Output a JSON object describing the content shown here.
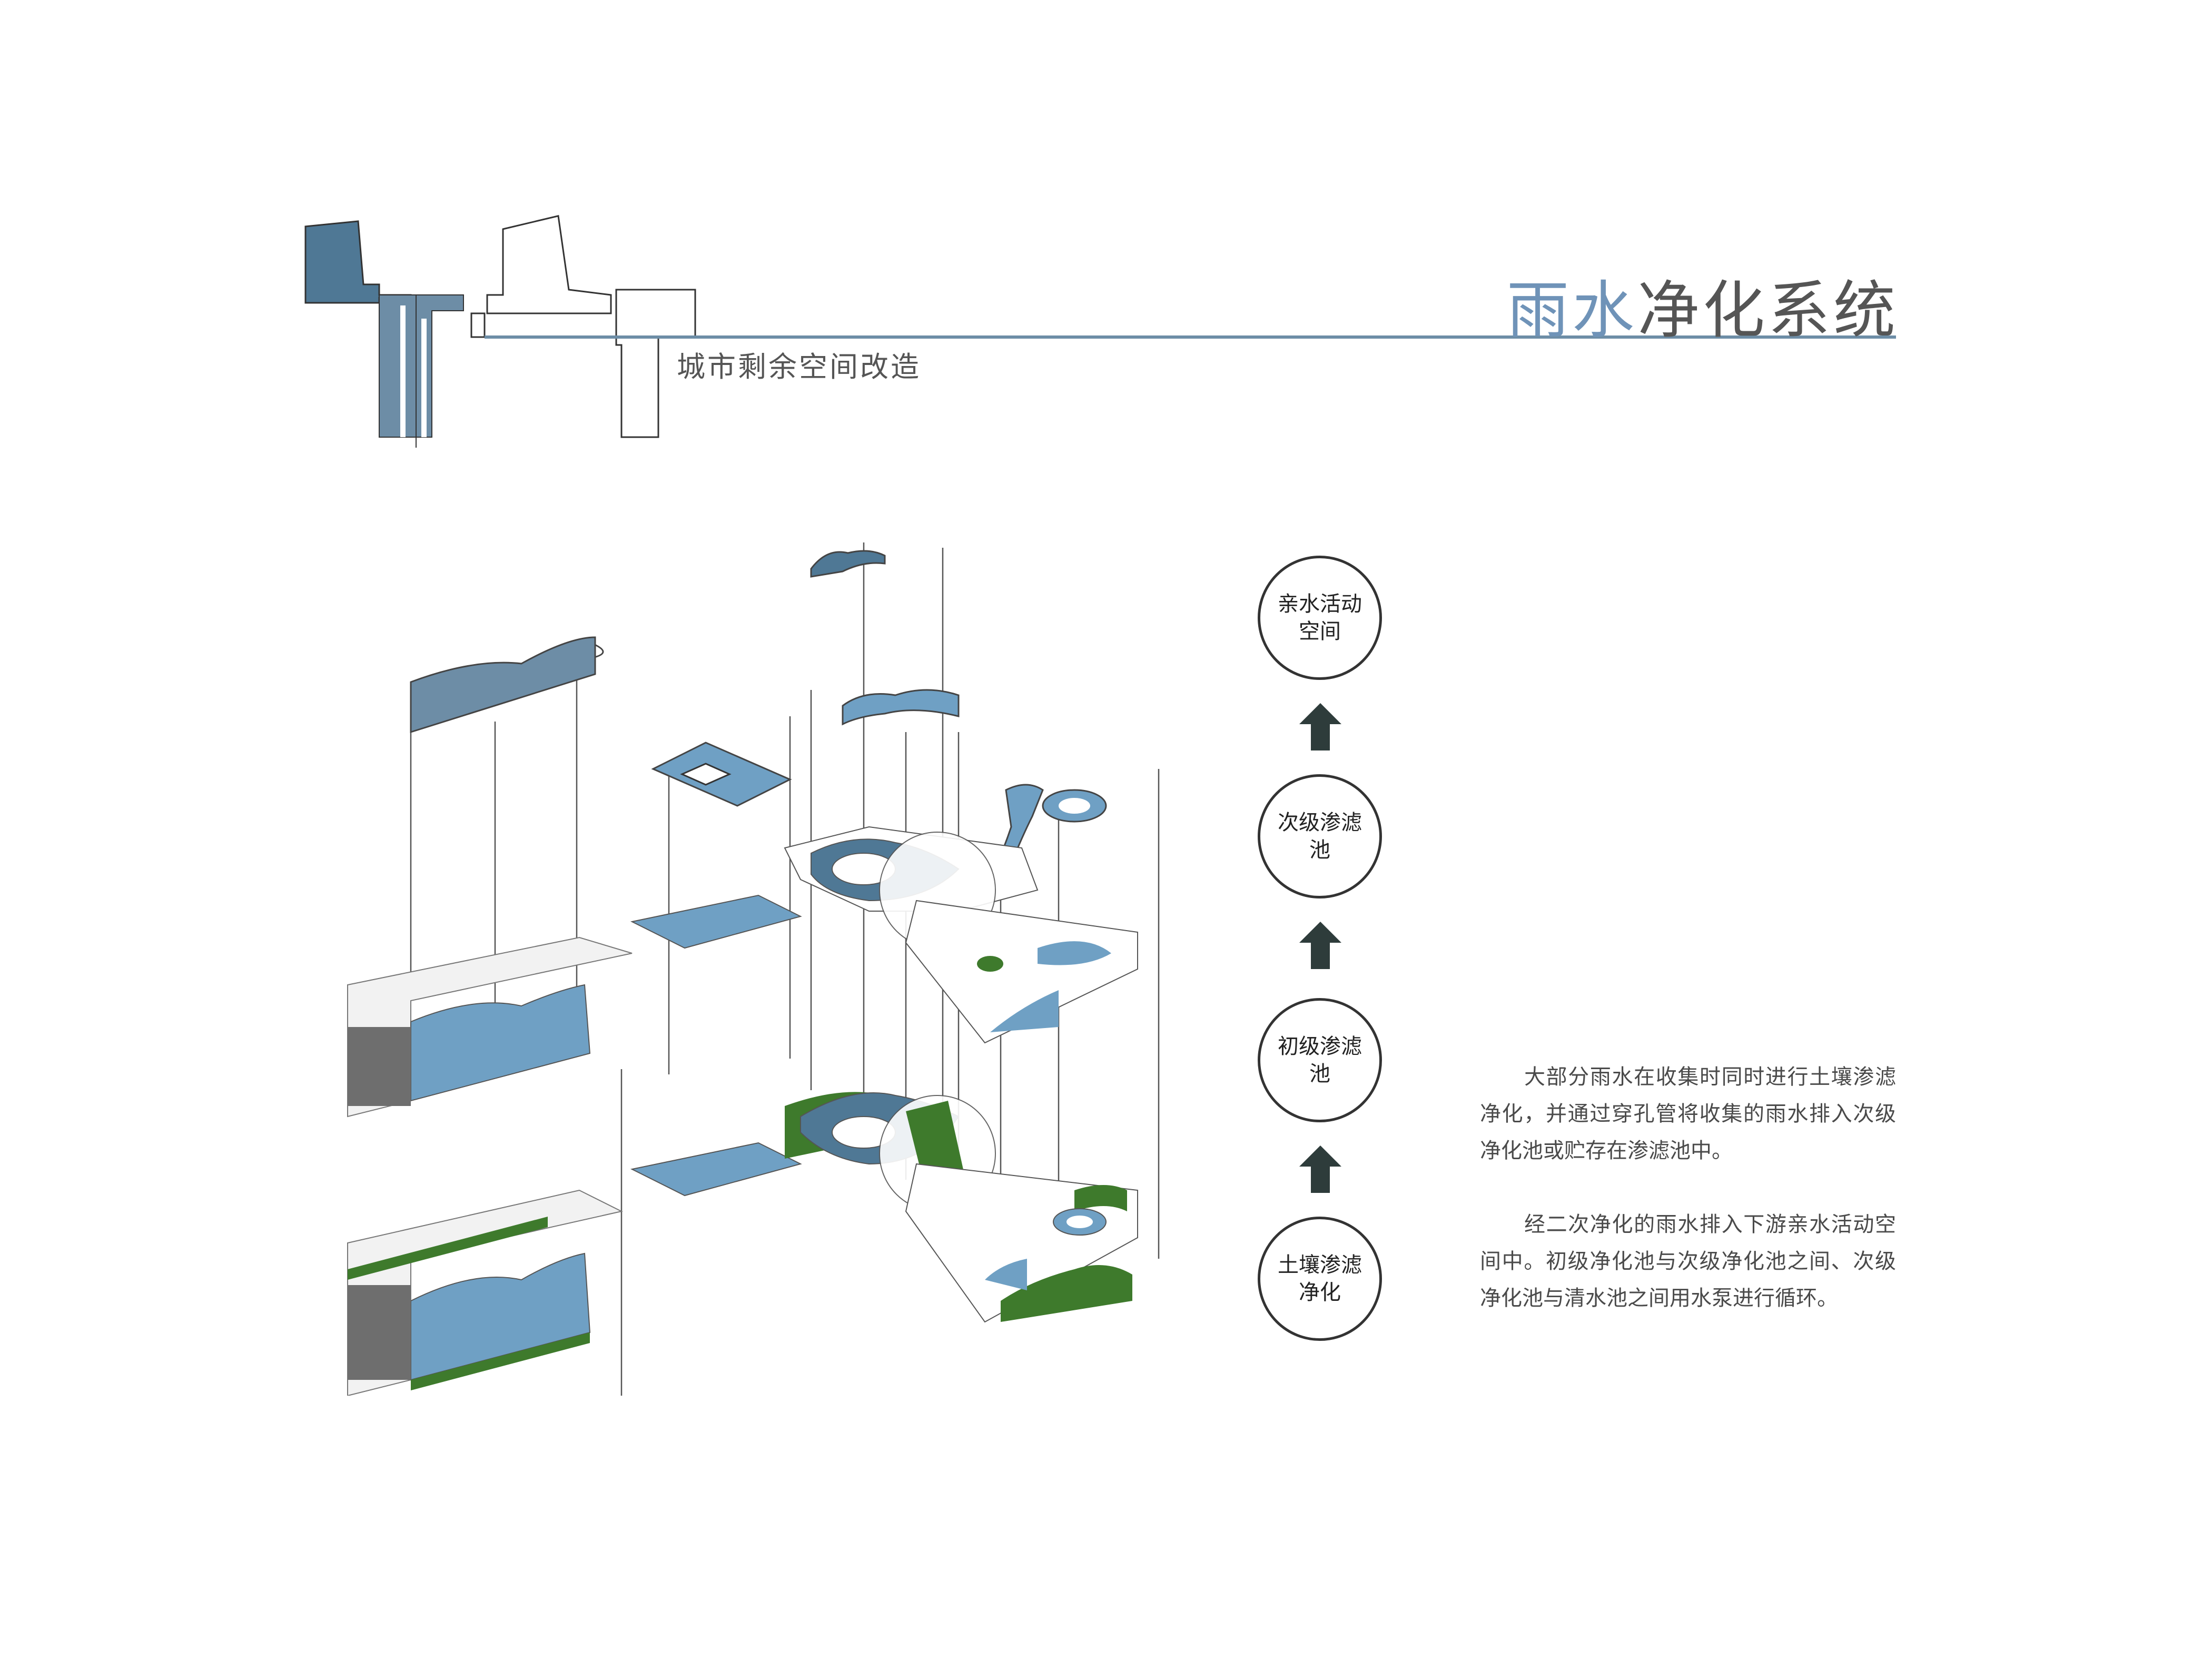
{
  "header": {
    "title_accent": "雨水",
    "title_main": "净化系统",
    "subtitle": "城市剩余空间改造"
  },
  "flow": {
    "stages": [
      {
        "label": "亲水活动空间"
      },
      {
        "label": "次级渗滤池"
      },
      {
        "label": "初级渗滤池"
      },
      {
        "label": "土壤渗滤净化"
      }
    ]
  },
  "description": {
    "paragraph_1": "大部分雨水在收集时同时进行土壤渗滤净化，并通过穿孔管将收集的雨水排入次级净化池或贮存在渗滤池中。",
    "paragraph_2": "经二次净化的雨水排入下游亲水活动空间中。初级净化池与次级净化池之间、次级净化池与清水池之间用水泵进行循环。"
  },
  "colors": {
    "accent_blue": "#6f93b8",
    "water_blue": "#6fa0c4",
    "deep_blue": "#4f7895",
    "grass_green": "#3e7a2c",
    "arrow_dark": "#2e3c3b",
    "text_gray": "#555555"
  }
}
